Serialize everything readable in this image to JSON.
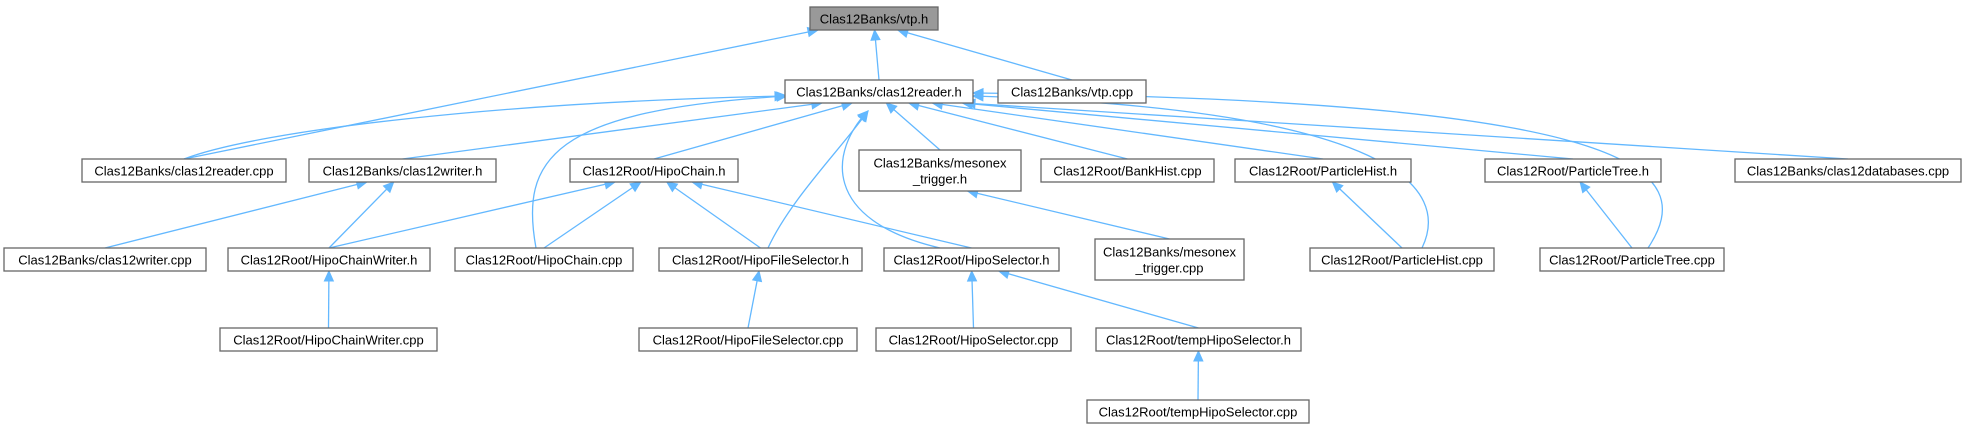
{
  "graph": {
    "nodes": [
      {
        "id": "vtp_h",
        "lines": [
          "Clas12Banks/vtp.h"
        ],
        "root": true
      },
      {
        "id": "reader_h",
        "lines": [
          "Clas12Banks/clas12reader.h"
        ]
      },
      {
        "id": "vtp_cpp",
        "lines": [
          "Clas12Banks/vtp.cpp"
        ]
      },
      {
        "id": "reader_cpp",
        "lines": [
          "Clas12Banks/clas12reader.cpp"
        ]
      },
      {
        "id": "writer_h",
        "lines": [
          "Clas12Banks/clas12writer.h"
        ]
      },
      {
        "id": "hipochain_h",
        "lines": [
          "Clas12Root/HipoChain.h"
        ]
      },
      {
        "id": "mesonex_h",
        "lines": [
          "Clas12Banks/mesonex",
          "_trigger.h"
        ]
      },
      {
        "id": "bankhist_cpp",
        "lines": [
          "Clas12Root/BankHist.cpp"
        ]
      },
      {
        "id": "particlehist_h",
        "lines": [
          "Clas12Root/ParticleHist.h"
        ]
      },
      {
        "id": "particletree_h",
        "lines": [
          "Clas12Root/ParticleTree.h"
        ]
      },
      {
        "id": "databases_cpp",
        "lines": [
          "Clas12Banks/clas12databases.cpp"
        ]
      },
      {
        "id": "writer_cpp",
        "lines": [
          "Clas12Banks/clas12writer.cpp"
        ]
      },
      {
        "id": "chainwriter_h",
        "lines": [
          "Clas12Root/HipoChainWriter.h"
        ]
      },
      {
        "id": "hipochain_cpp",
        "lines": [
          "Clas12Root/HipoChain.cpp"
        ]
      },
      {
        "id": "fileselector_h",
        "lines": [
          "Clas12Root/HipoFileSelector.h"
        ]
      },
      {
        "id": "selector_h",
        "lines": [
          "Clas12Root/HipoSelector.h"
        ]
      },
      {
        "id": "mesonex_cpp",
        "lines": [
          "Clas12Banks/mesonex",
          "_trigger.cpp"
        ]
      },
      {
        "id": "particlehist_cpp",
        "lines": [
          "Clas12Root/ParticleHist.cpp"
        ]
      },
      {
        "id": "particletree_cpp",
        "lines": [
          "Clas12Root/ParticleTree.cpp"
        ]
      },
      {
        "id": "chainwriter_cpp",
        "lines": [
          "Clas12Root/HipoChainWriter.cpp"
        ]
      },
      {
        "id": "fileselector_cpp",
        "lines": [
          "Clas12Root/HipoFileSelector.cpp"
        ]
      },
      {
        "id": "selector_cpp",
        "lines": [
          "Clas12Root/HipoSelector.cpp"
        ]
      },
      {
        "id": "tempselector_h",
        "lines": [
          "Clas12Root/tempHipoSelector.h"
        ]
      },
      {
        "id": "tempselector_cpp",
        "lines": [
          "Clas12Root/tempHipoSelector.cpp"
        ]
      }
    ],
    "edges": [
      {
        "from": "reader_h",
        "to": "vtp_h"
      },
      {
        "from": "vtp_cpp",
        "to": "vtp_h"
      },
      {
        "from": "reader_cpp",
        "to": "vtp_h"
      },
      {
        "from": "reader_cpp",
        "to": "reader_h"
      },
      {
        "from": "writer_h",
        "to": "reader_h"
      },
      {
        "from": "hipochain_h",
        "to": "reader_h"
      },
      {
        "from": "mesonex_h",
        "to": "reader_h"
      },
      {
        "from": "bankhist_cpp",
        "to": "reader_h"
      },
      {
        "from": "particlehist_h",
        "to": "reader_h"
      },
      {
        "from": "particletree_h",
        "to": "reader_h"
      },
      {
        "from": "databases_cpp",
        "to": "reader_h"
      },
      {
        "from": "hipochain_cpp",
        "to": "reader_h"
      },
      {
        "from": "fileselector_h",
        "to": "reader_h"
      },
      {
        "from": "selector_h",
        "to": "reader_h"
      },
      {
        "from": "particlehist_cpp",
        "to": "reader_h"
      },
      {
        "from": "particletree_cpp",
        "to": "reader_h"
      },
      {
        "from": "writer_cpp",
        "to": "writer_h"
      },
      {
        "from": "chainwriter_h",
        "to": "writer_h"
      },
      {
        "from": "chainwriter_h",
        "to": "hipochain_h"
      },
      {
        "from": "hipochain_cpp",
        "to": "hipochain_h"
      },
      {
        "from": "fileselector_h",
        "to": "hipochain_h"
      },
      {
        "from": "selector_h",
        "to": "hipochain_h"
      },
      {
        "from": "mesonex_cpp",
        "to": "mesonex_h"
      },
      {
        "from": "particlehist_cpp",
        "to": "particlehist_h"
      },
      {
        "from": "particletree_cpp",
        "to": "particletree_h"
      },
      {
        "from": "chainwriter_cpp",
        "to": "chainwriter_h"
      },
      {
        "from": "fileselector_cpp",
        "to": "fileselector_h"
      },
      {
        "from": "selector_cpp",
        "to": "selector_h"
      },
      {
        "from": "tempselector_h",
        "to": "selector_h"
      },
      {
        "from": "tempselector_cpp",
        "to": "tempselector_h"
      }
    ]
  },
  "colors": {
    "edge": "#63b8ff",
    "node_border": "#666666",
    "root_fill": "#999999",
    "node_fill": "#ffffff"
  }
}
